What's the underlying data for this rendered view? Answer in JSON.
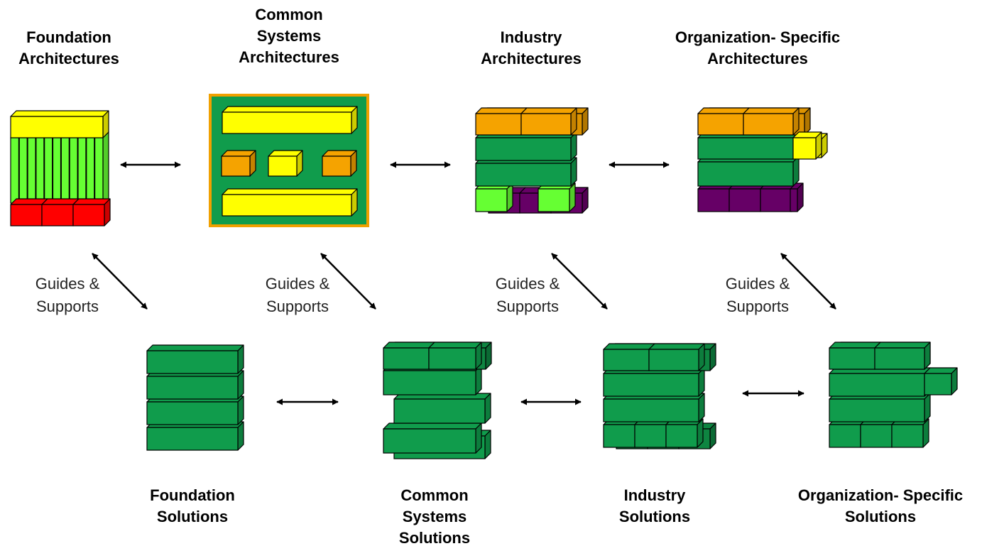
{
  "architectures": [
    {
      "id": "foundation",
      "line1": "Foundation",
      "line2": "Architectures",
      "line3": ""
    },
    {
      "id": "common",
      "line1": "Common",
      "line2": "Systems",
      "line3": "Architectures"
    },
    {
      "id": "industry",
      "line1": "Industry",
      "line2": "Architectures",
      "line3": ""
    },
    {
      "id": "org",
      "line1": "Organization- Specific",
      "line2": "Architectures",
      "line3": ""
    }
  ],
  "solutions": [
    {
      "id": "foundation",
      "line1": "Foundation",
      "line2": "Solutions",
      "line3": ""
    },
    {
      "id": "common",
      "line1": "Common",
      "line2": "Systems",
      "line3": "Solutions"
    },
    {
      "id": "industry",
      "line1": "Industry",
      "line2": "Solutions",
      "line3": ""
    },
    {
      "id": "org",
      "line1": "Organization- Specific",
      "line2": "Solutions",
      "line3": ""
    }
  ],
  "guides": [
    {
      "line1": "Guides &",
      "line2": "Supports"
    },
    {
      "line1": "Guides &",
      "line2": "Supports"
    },
    {
      "line1": "Guides &",
      "line2": "Supports"
    },
    {
      "line1": "Guides &",
      "line2": "Supports"
    }
  ],
  "colors": {
    "green": "#109c4c",
    "lime": "#66ff33",
    "yellow": "#ffff00",
    "orange": "#f5a300",
    "red": "#ff0000",
    "purple": "#660066",
    "frame_border": "#f0a000"
  }
}
